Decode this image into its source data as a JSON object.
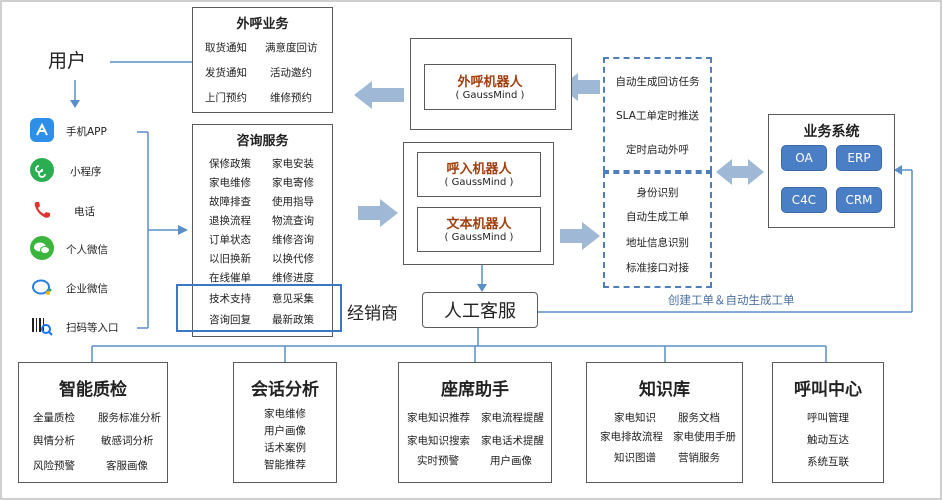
{
  "user": {
    "title": "用户"
  },
  "channels": [
    {
      "label": "手机APP",
      "icon": "app-store-icon"
    },
    {
      "label": "小程序",
      "icon": "mini-program-icon"
    },
    {
      "label": "电话",
      "icon": "phone-icon"
    },
    {
      "label": "个人微信",
      "icon": "wechat-icon"
    },
    {
      "label": "企业微信",
      "icon": "enterprise-wechat-icon"
    },
    {
      "label": "扫码等入口",
      "icon": "barcode-scan-icon"
    }
  ],
  "outbound_business": {
    "title": "外呼业务",
    "items": [
      "取货通知",
      "满意度回访",
      "发货通知",
      "活动邀约",
      "上门预约",
      "维修预约"
    ]
  },
  "consulting_service": {
    "title": "咨询服务",
    "items": [
      "保修政策",
      "家电安装",
      "家电维修",
      "家电寄修",
      "故障排查",
      "使用指导",
      "退换流程",
      "物流查询",
      "订单状态",
      "维修咨询",
      "以旧换新",
      "以换代修",
      "在线催单",
      "维修进度",
      "技术支持",
      "意见采集",
      "咨询回复",
      "最新政策"
    ]
  },
  "outbound_robot": {
    "name": "外呼机器人",
    "sub": "( GaussMind )"
  },
  "inbound_robot": {
    "name": "呼入机器人",
    "sub": "( GaussMind )"
  },
  "text_robot": {
    "name": "文本机器人",
    "sub": "( GaussMind )"
  },
  "dealer": "经销商",
  "human_agent": "人工客服",
  "tasks_top": [
    "自动生成回访任务",
    "SLA工单定时推送",
    "定时启动外呼"
  ],
  "tasks_bottom": [
    "身份识别",
    "自动生成工单",
    "地址信息识别",
    "标准接口对接"
  ],
  "create_ticket_note": "创建工单＆自动生成工单",
  "business_system": {
    "title": "业务系统",
    "systems": [
      "OA",
      "ERP",
      "C4C",
      "CRM"
    ]
  },
  "bottom_modules": [
    {
      "title": "智能质检",
      "items": [
        "全量质检",
        "服务标准分析",
        "舆情分析",
        "敏感词分析",
        "风险预警",
        "客服画像"
      ]
    },
    {
      "title": "会话分析",
      "items": [
        "家电维修",
        "用户画像",
        "话术案例",
        "智能推荐"
      ]
    },
    {
      "title": "座席助手",
      "items": [
        "家电知识推荐",
        "家电流程提醒",
        "家电知识搜索",
        "家电话术提醒",
        "实时预警",
        "用户画像"
      ]
    },
    {
      "title": "知识库",
      "items": [
        "家电知识",
        "服务文档",
        "家电排故流程",
        "家电使用手册",
        "知识图谱",
        "营销服务"
      ]
    },
    {
      "title": "呼叫中心",
      "items": [
        "呼叫管理",
        "触动互达",
        "系统互联"
      ]
    }
  ],
  "colors": {
    "accent": "#4a7fc6",
    "arrow": "#9eb8d6",
    "line": "#5b8ec8",
    "robot_text": "#a04010"
  }
}
